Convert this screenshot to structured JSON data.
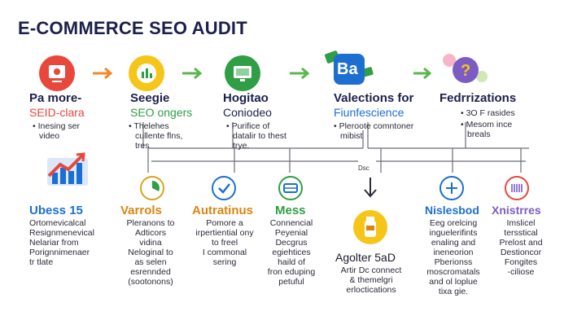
{
  "title": "E-COMMERCE SEO AUDIT",
  "top_row": [
    {
      "icon": "presentation-icon",
      "color": "#e8473c",
      "heading1": "Pa more-",
      "heading2": "SEID-clara",
      "heading2_color": "#e8473c",
      "bullets": [
        "Inesing ser",
        "video"
      ]
    },
    {
      "icon": "analytics-icon",
      "color": "#f5c518",
      "heading1": "Seegie",
      "heading2": "SEO ongers",
      "heading2_color": "#2f9e44",
      "bullets": [
        "Thelehes",
        "cullente flns,",
        "tres"
      ]
    },
    {
      "icon": "monitor-icon",
      "color": "#2f9e44",
      "heading1": "Hogitao",
      "heading2": "Coniodeo",
      "heading2_color": "#1c1f4a",
      "bullets": [
        "Purifice of",
        "datalir to thest",
        "trye."
      ]
    },
    {
      "icon": "ba-logo-icon",
      "color": "#1c6fd1",
      "logo_text": "Ba",
      "heading1": "Valections for",
      "heading2": "Fiunfescience",
      "heading2_color": "#1c6fd1",
      "bullets": [
        "Pleroote comntoner",
        "mibist"
      ]
    },
    {
      "icon": "question-icon",
      "color": "#7c5cc4",
      "heading1": "Fedrrizations",
      "heading2": "",
      "heading2_color": "#1c1f4a",
      "bullets": [
        "3O F rasides",
        "Mesom ince",
        "breals"
      ]
    }
  ],
  "bottom_row": [
    {
      "icon": "trend-chart-icon",
      "title": "Ubess 15",
      "title_color": "#1c6fd1",
      "lines": [
        "Ortomevicalcal",
        "Resignmenevical",
        "Nelariar from",
        "Porignnimenaer",
        "tr tlate"
      ]
    },
    {
      "icon": "pie-chart-icon",
      "title": "Varrols",
      "title_color": "#d9860f",
      "lines": [
        "Pleranons to",
        "Adticors",
        "vidina",
        "Neloginal to",
        "as selen",
        "esrennded",
        "(sootonons)"
      ]
    },
    {
      "icon": "check-icon",
      "title": "Autratinus",
      "title_color": "#d9860f",
      "lines": [
        "Pomore a",
        "irpertiential ony",
        "to freel",
        "I commonal",
        "sering"
      ]
    },
    {
      "icon": "bus-icon",
      "title": "Mess",
      "title_color": "#2f9e44",
      "lines": [
        "Connencial",
        "Peyenial",
        "Decgrus",
        "egiehtices",
        "haild of",
        "fron eduping",
        "petuful"
      ]
    },
    {
      "icon": "bottle-icon",
      "title": "Agolter 5aD",
      "title_color": "#1b1b2e",
      "lines": [
        "Artir Dc connect",
        "& themelgri",
        "erloctications"
      ]
    },
    {
      "icon": "plus-icon",
      "title": "Nislesbod",
      "title_color": "#1c6fd1",
      "lines": [
        "Eeg orelcing",
        "inguelerifints",
        "enaling and",
        "ineneorion",
        "Pberionss",
        "moscromatals",
        "and ol loplue",
        "tixa gie."
      ]
    },
    {
      "icon": "barcode-icon",
      "title": "Xnistrres",
      "title_color": "#7c5cc4",
      "lines": [
        "Imslicel",
        "tersstical",
        "Prelost and",
        "Destioncor",
        "Fongites",
        "-ciliose"
      ]
    }
  ],
  "divider_label": "Dsc"
}
